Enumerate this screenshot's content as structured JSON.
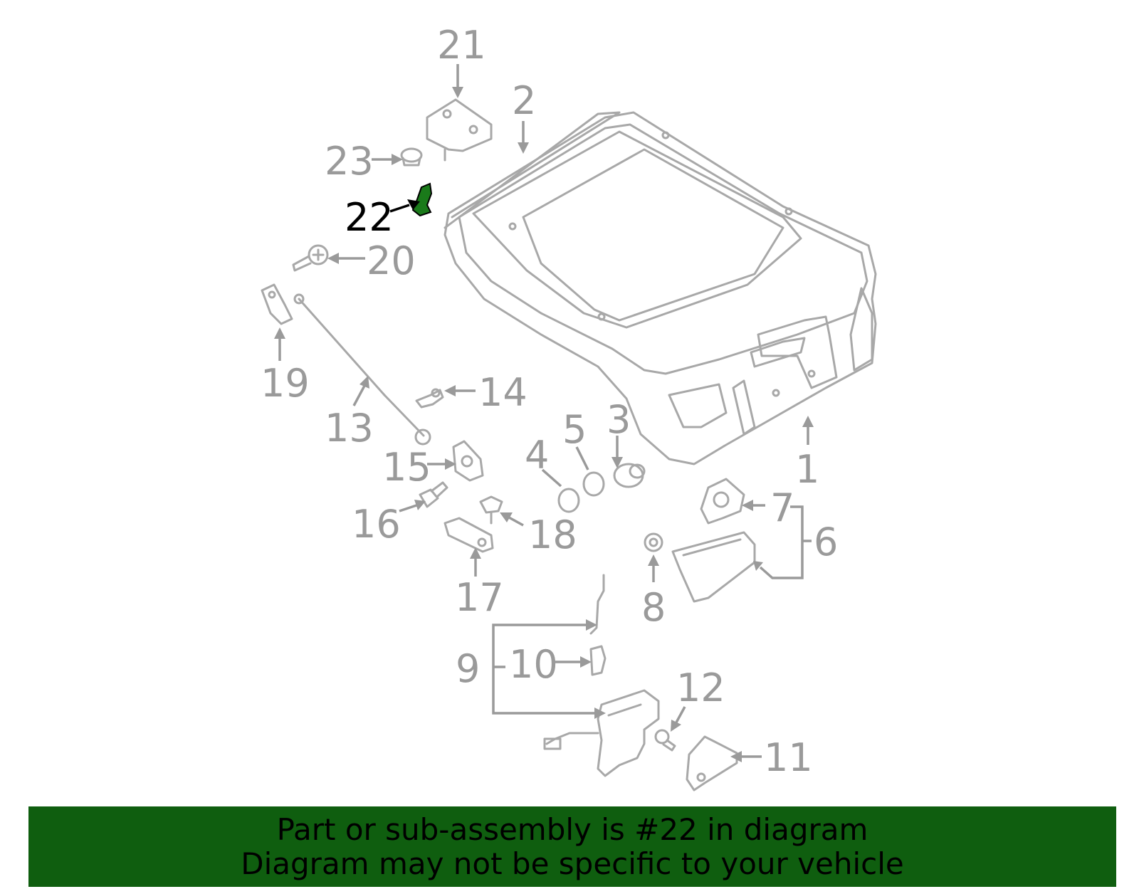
{
  "callouts": [
    {
      "id": "1",
      "text": "1"
    },
    {
      "id": "2",
      "text": "2"
    },
    {
      "id": "3",
      "text": "3"
    },
    {
      "id": "4",
      "text": "4"
    },
    {
      "id": "5",
      "text": "5"
    },
    {
      "id": "6",
      "text": "6"
    },
    {
      "id": "7",
      "text": "7"
    },
    {
      "id": "8",
      "text": "8"
    },
    {
      "id": "9",
      "text": "9"
    },
    {
      "id": "10",
      "text": "10"
    },
    {
      "id": "11",
      "text": "11"
    },
    {
      "id": "12",
      "text": "12"
    },
    {
      "id": "13",
      "text": "13"
    },
    {
      "id": "14",
      "text": "14"
    },
    {
      "id": "15",
      "text": "15"
    },
    {
      "id": "16",
      "text": "16"
    },
    {
      "id": "17",
      "text": "17"
    },
    {
      "id": "18",
      "text": "18"
    },
    {
      "id": "19",
      "text": "19"
    },
    {
      "id": "20",
      "text": "20"
    },
    {
      "id": "21",
      "text": "21"
    },
    {
      "id": "22",
      "text": "22"
    },
    {
      "id": "23",
      "text": "23"
    }
  ],
  "highlight": {
    "part": "22",
    "color": "#1a7a1a"
  },
  "footer": {
    "line1": "Part or sub-assembly is #22 in diagram",
    "line2": "Diagram may not be specific to your vehicle",
    "background": "#0f5e0f"
  }
}
